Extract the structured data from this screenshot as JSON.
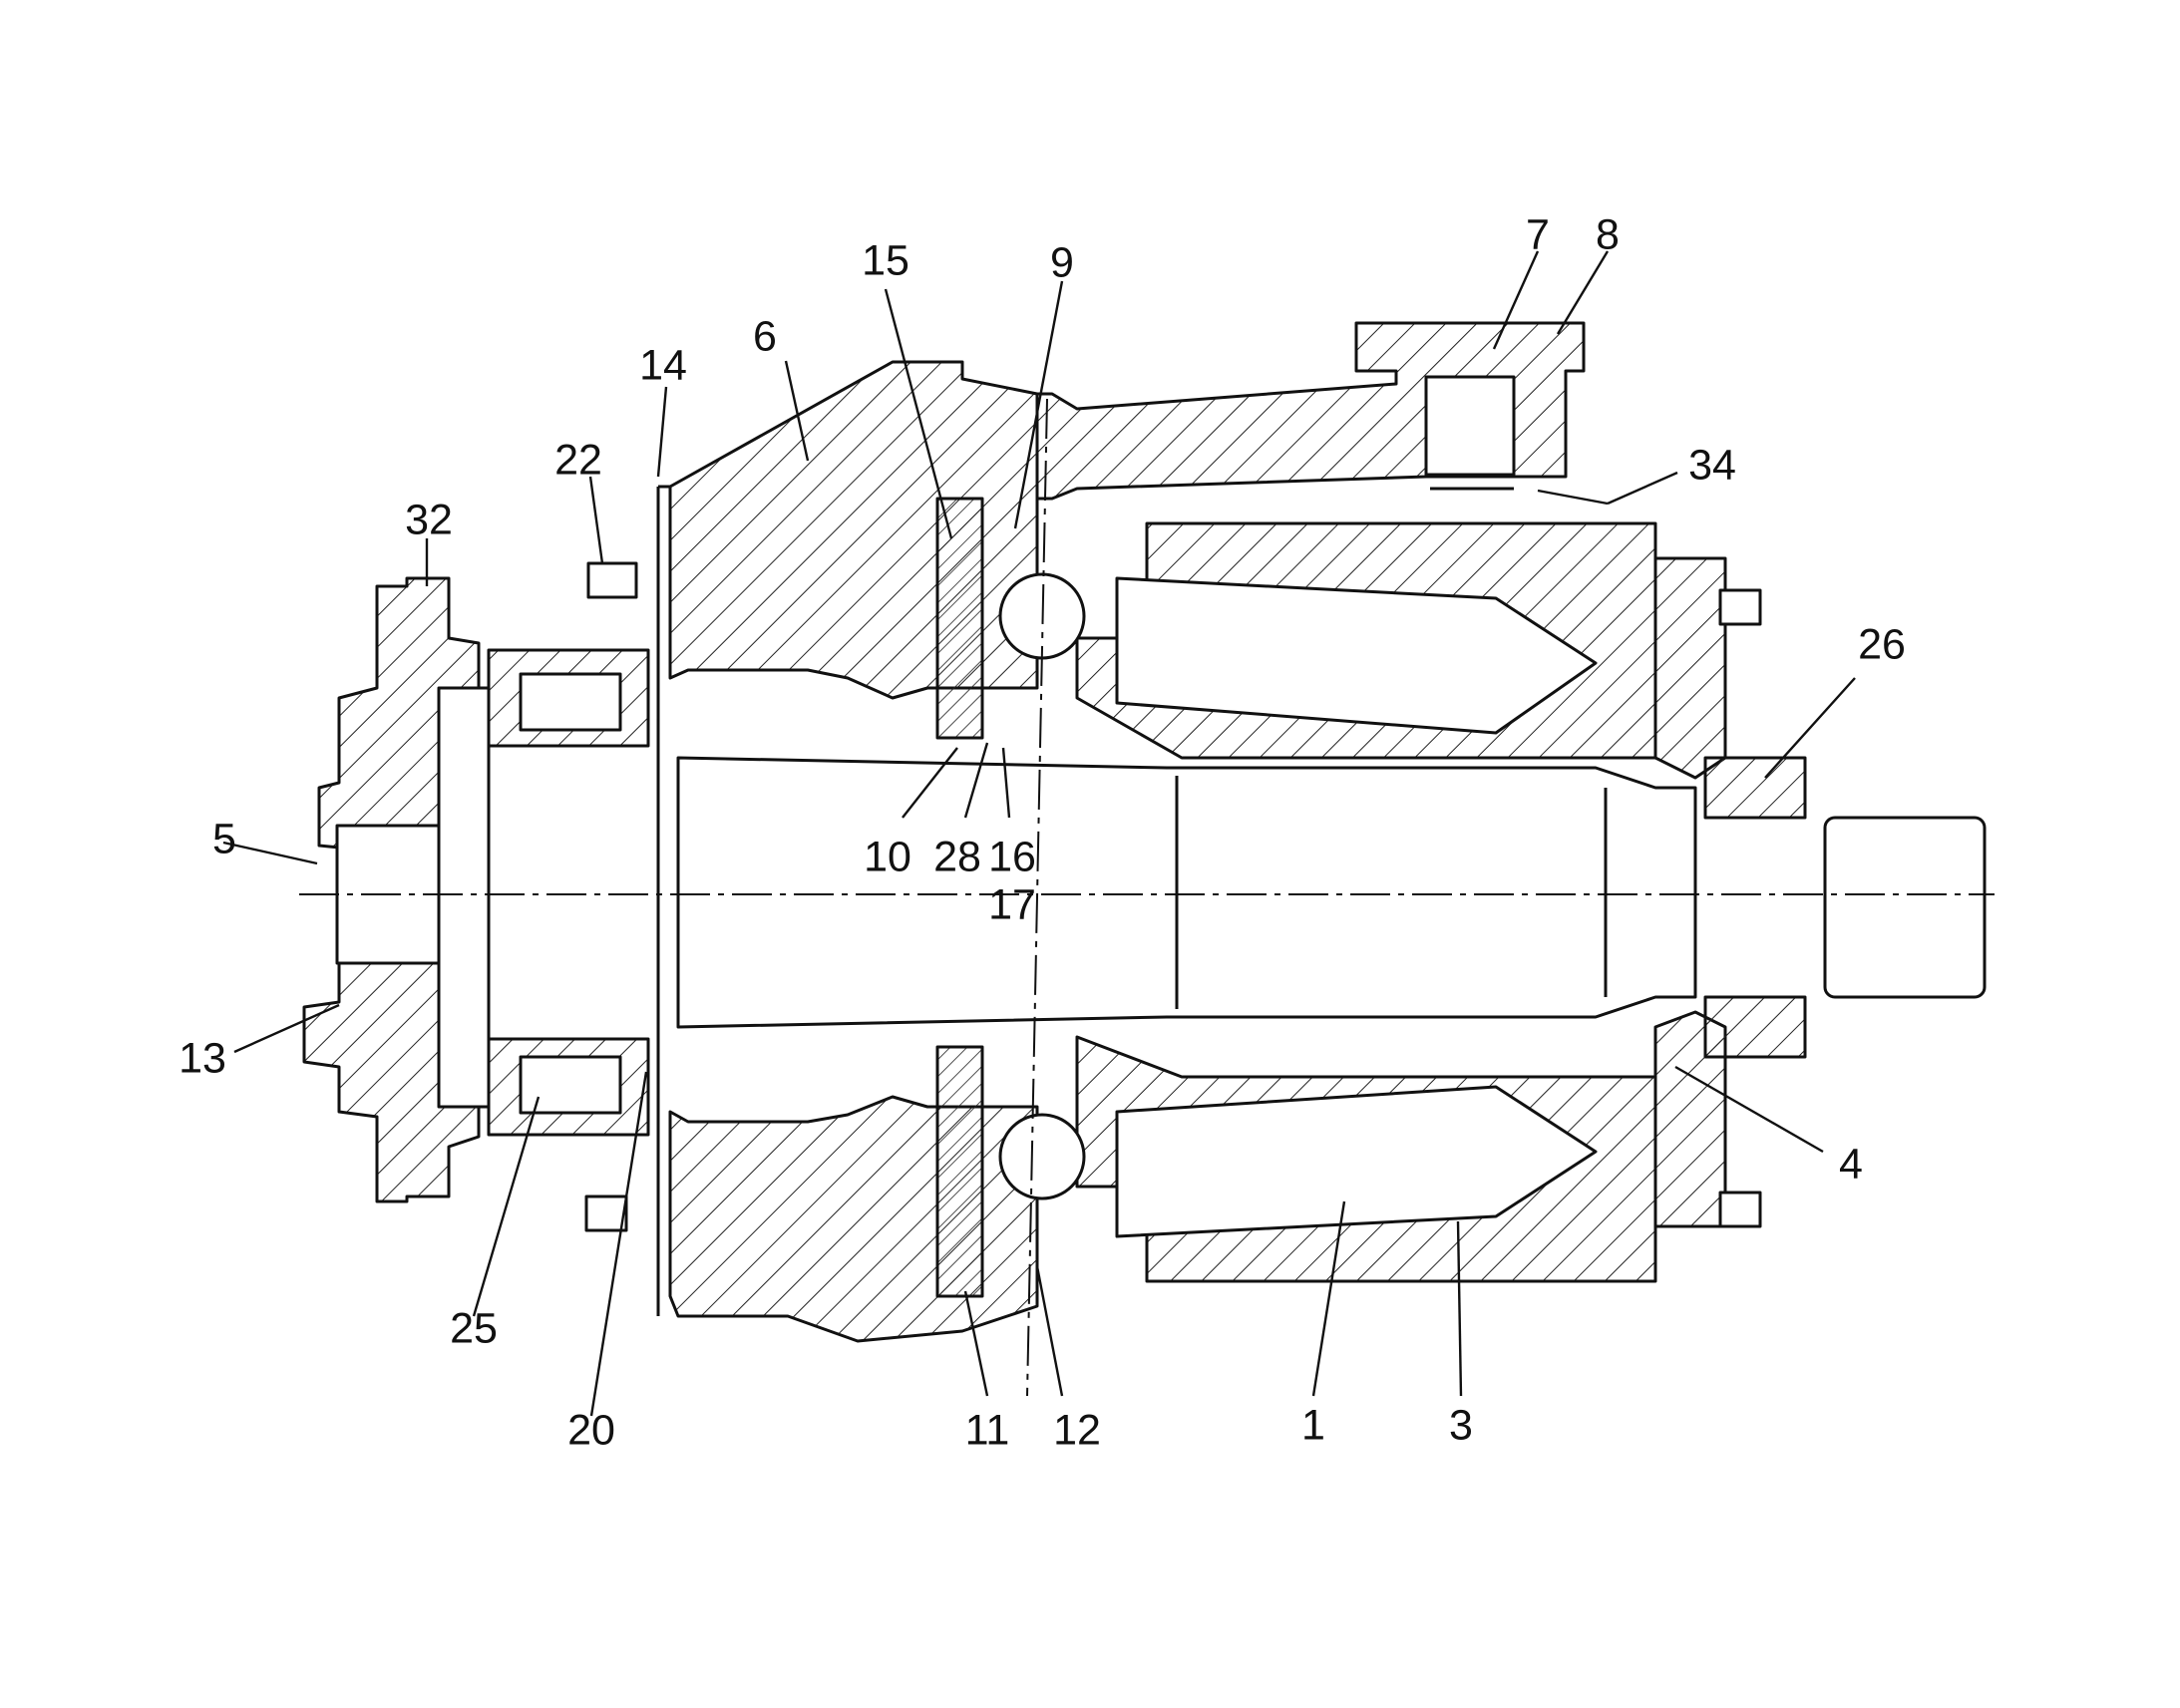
{
  "diagram": {
    "labels": {
      "l1": "1",
      "l3": "3",
      "l4": "4",
      "l5": "5",
      "l6": "6",
      "l7": "7",
      "l8": "8",
      "l9": "9",
      "l10": "10",
      "l11": "11",
      "l12": "12",
      "l13": "13",
      "l14": "14",
      "l15": "15",
      "l16": "16",
      "l17": "17",
      "l20": "20",
      "l22": "22",
      "l25": "25",
      "l26": "26",
      "l28": "28",
      "l32": "32",
      "l34": "34"
    }
  }
}
